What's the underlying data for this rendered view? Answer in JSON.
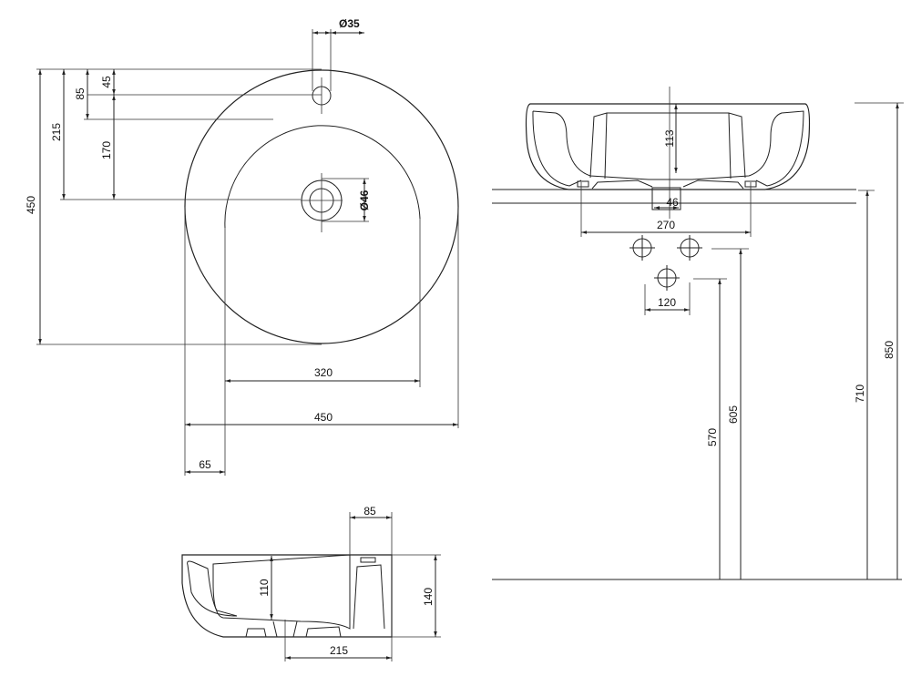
{
  "top_view": {
    "tap_hole_diameter": "Ø35",
    "drain_diameter": "Ø46",
    "dim_45": "45",
    "dim_85": "85",
    "dim_170": "170",
    "dim_215": "215",
    "dim_450_depth": "450",
    "dim_320": "320",
    "dim_450_width": "450",
    "dim_65": "65"
  },
  "side_view": {
    "dim_85": "85",
    "dim_110": "110",
    "dim_140": "140",
    "dim_215": "215"
  },
  "front_view": {
    "dim_113": "113",
    "dim_46": "46",
    "dim_270": "270",
    "dim_120": "120",
    "dim_605": "605",
    "dim_570": "570",
    "dim_710": "710",
    "dim_850": "850"
  }
}
